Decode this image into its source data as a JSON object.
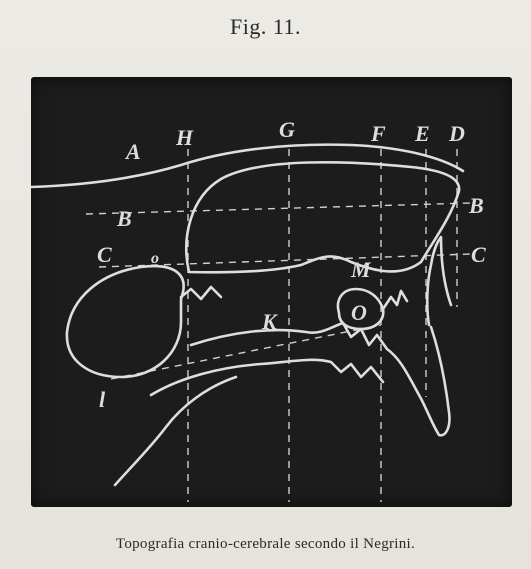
{
  "figure": {
    "label": "Fig. 11.",
    "caption": "Topografia cranio-cerebrale secondo il Negrini."
  },
  "diagram": {
    "vertical_line_labels": [
      "H",
      "G",
      "F",
      "E",
      "D"
    ],
    "horizontal_line_labels": [
      "B",
      "C"
    ],
    "region_labels": {
      "skull_outline": "A",
      "point_o": "o",
      "point_k": "K",
      "point_m": "M",
      "point_o_center": "O",
      "point_l": "l"
    }
  },
  "colors": {
    "plate_background": "#1c1c1c",
    "line_color": "#dcdcdc",
    "paper": "#e9e6df"
  }
}
